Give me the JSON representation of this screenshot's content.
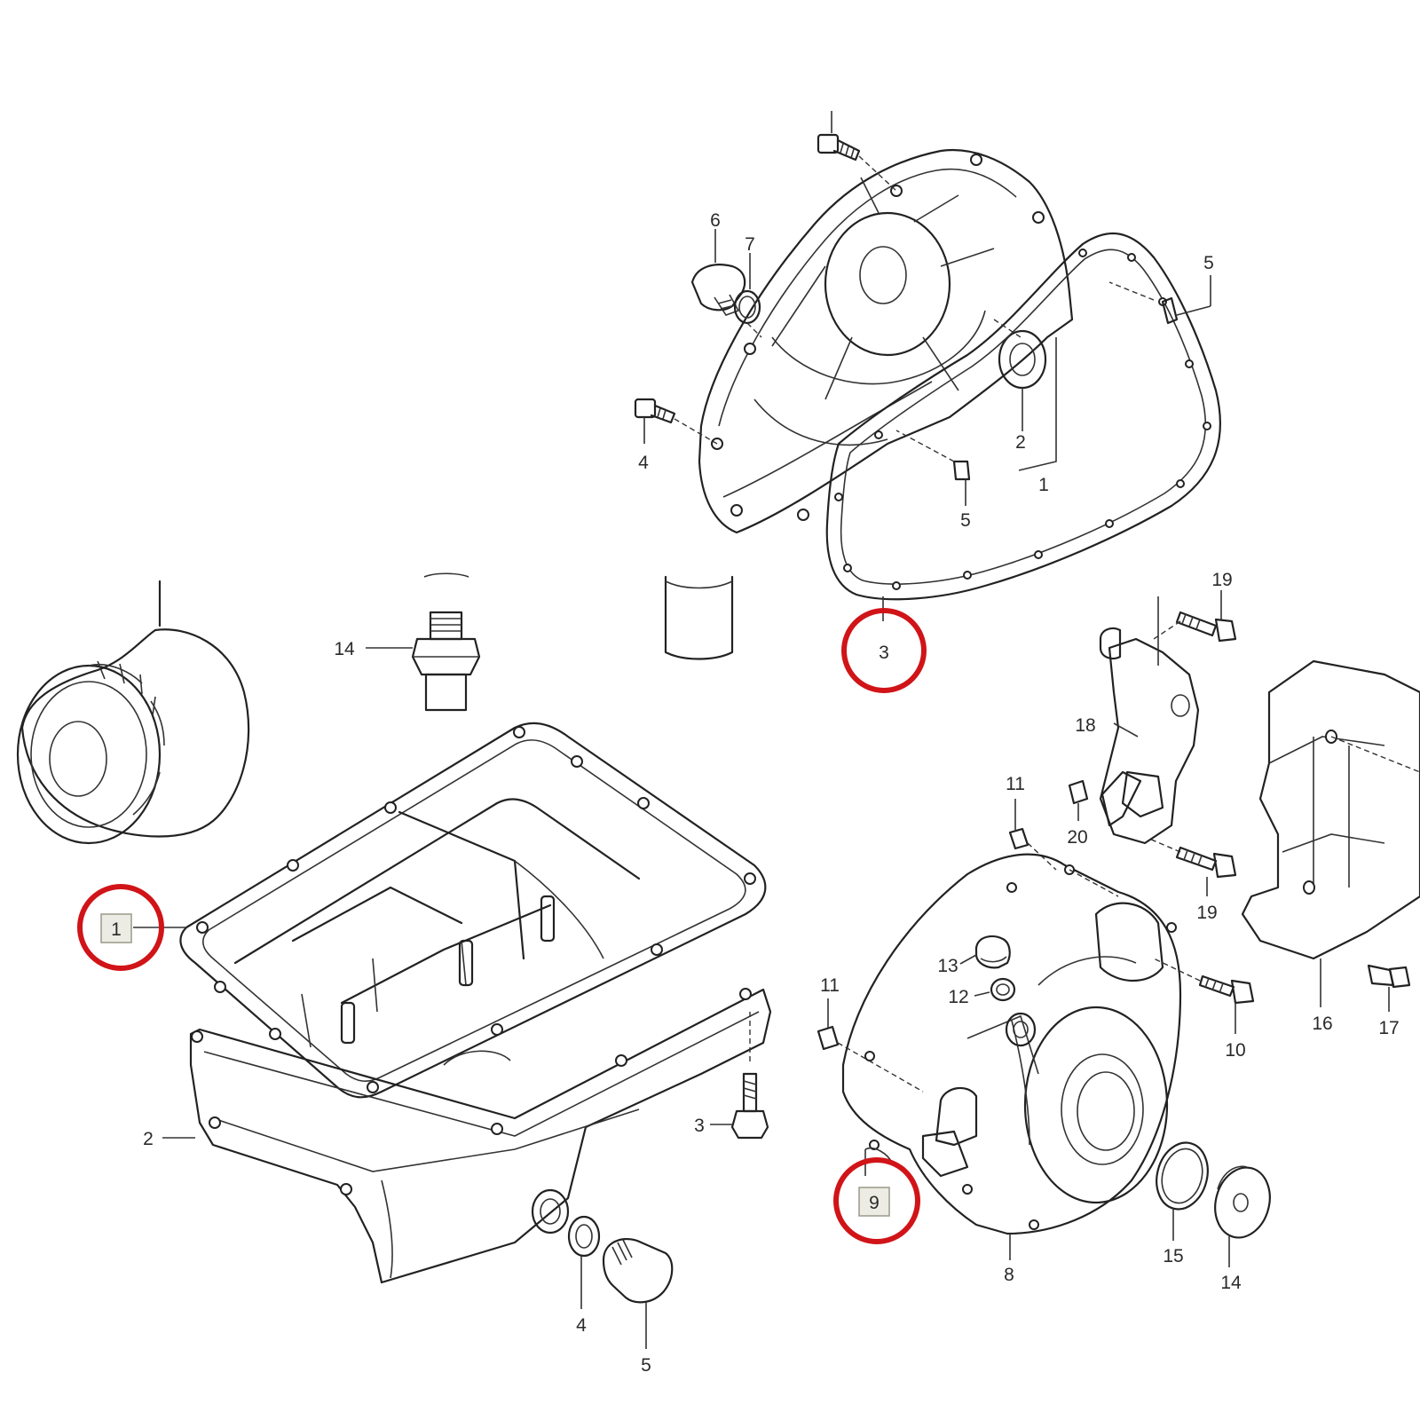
{
  "callouts": {
    "clutch": {
      "c1": "1",
      "c2": "2",
      "c3": "3",
      "c4": "4",
      "c5a": "5",
      "c5b": "5",
      "c6": "6",
      "c7": "7"
    },
    "oilpan": {
      "c1": "1",
      "c2": "2",
      "c3": "3",
      "c4": "4",
      "c5": "5",
      "c14": "14"
    },
    "generator": {
      "c8": "8",
      "c9": "9",
      "c10": "10",
      "c11a": "11",
      "c11b": "11",
      "c12": "12",
      "c13": "13",
      "c14": "14",
      "c15": "15",
      "c16": "16",
      "c17": "17",
      "c18": "18",
      "c19a": "19",
      "c19b": "19",
      "c20": "20"
    }
  },
  "highlight_color": "#d01418",
  "highlighted_callouts": [
    "clutch.c3",
    "oilpan.c1",
    "generator.c9"
  ]
}
